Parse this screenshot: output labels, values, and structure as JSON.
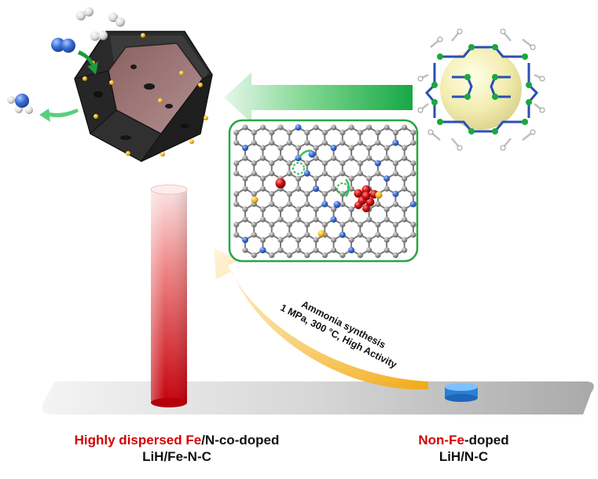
{
  "arrow_label": {
    "line1": "Ammonia synthesis",
    "line2": "1 MPa, 300 °C, High Activity"
  },
  "left_caption": {
    "line1_red": "Highly dispersed Fe",
    "line1_rest": "/N-co-doped",
    "line2": "LiH/Fe-N-C"
  },
  "right_caption": {
    "line1_red": "Non-Fe",
    "line1_rest": "-doped",
    "line2": "LiH/N-C"
  },
  "bars": [
    {
      "catalyst": "LiH/Fe-N-C",
      "relative_activity": 1.0,
      "color": "#c8000a"
    },
    {
      "catalyst": "LiH/N-C",
      "relative_activity": 0.03,
      "color": "#2b7fd8"
    }
  ],
  "colors": {
    "highlight_red": "#d40000",
    "arrow_green": "#1fb04f",
    "arrow_yellow": "#f5b416",
    "panel_border": "#27a844",
    "fe_atom": "#c20a0a",
    "n_atom": "#2f6fd0",
    "c_atom": "#8c8c8c",
    "li_atom": "#e8b21c"
  }
}
